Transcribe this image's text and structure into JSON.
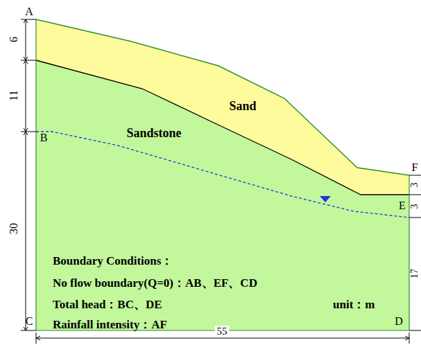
{
  "diagram": {
    "labels": [
      "A",
      "6",
      "11",
      "B",
      "30",
      "C",
      "Sand",
      "Sandstone",
      "F",
      "3",
      "E",
      "3",
      "17",
      "D",
      "55",
      "Boundary Conditions：",
      "No flow boundary(Q=0)：AB、EF、CD",
      "Total head：BC、DE",
      "Rainfall intensity：AF",
      "unit：m"
    ]
  }
}
